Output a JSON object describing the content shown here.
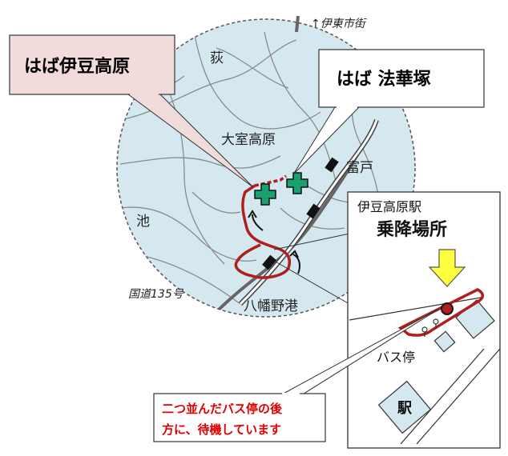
{
  "map": {
    "north_label": "↑伊東市街",
    "places": {
      "ogi": "荻",
      "omuro_kogen": "大室高原",
      "tomito": "富戸",
      "ike": "池",
      "yawatano_port": "八幡野港"
    },
    "road_label": "国道135号"
  },
  "callouts": {
    "haba_izu_kogen": "はば伊豆高原",
    "haba_hokkezuka": "はば 法華塚"
  },
  "inset": {
    "subtitle": "伊豆高原駅",
    "title": "乗降場所",
    "bus_stop_label": "バス停",
    "station_label": "駅"
  },
  "note": {
    "line1": "二つ並んだバス停の後",
    "line2": "方に、待機しています"
  },
  "colors": {
    "map_fill": "#d6e8ef",
    "route": "#b01e1e",
    "callout_pink": "#f2dcdb",
    "cross_green": "#18a070",
    "arrow_yellow": "#ffff40",
    "note_red": "#e00000"
  }
}
